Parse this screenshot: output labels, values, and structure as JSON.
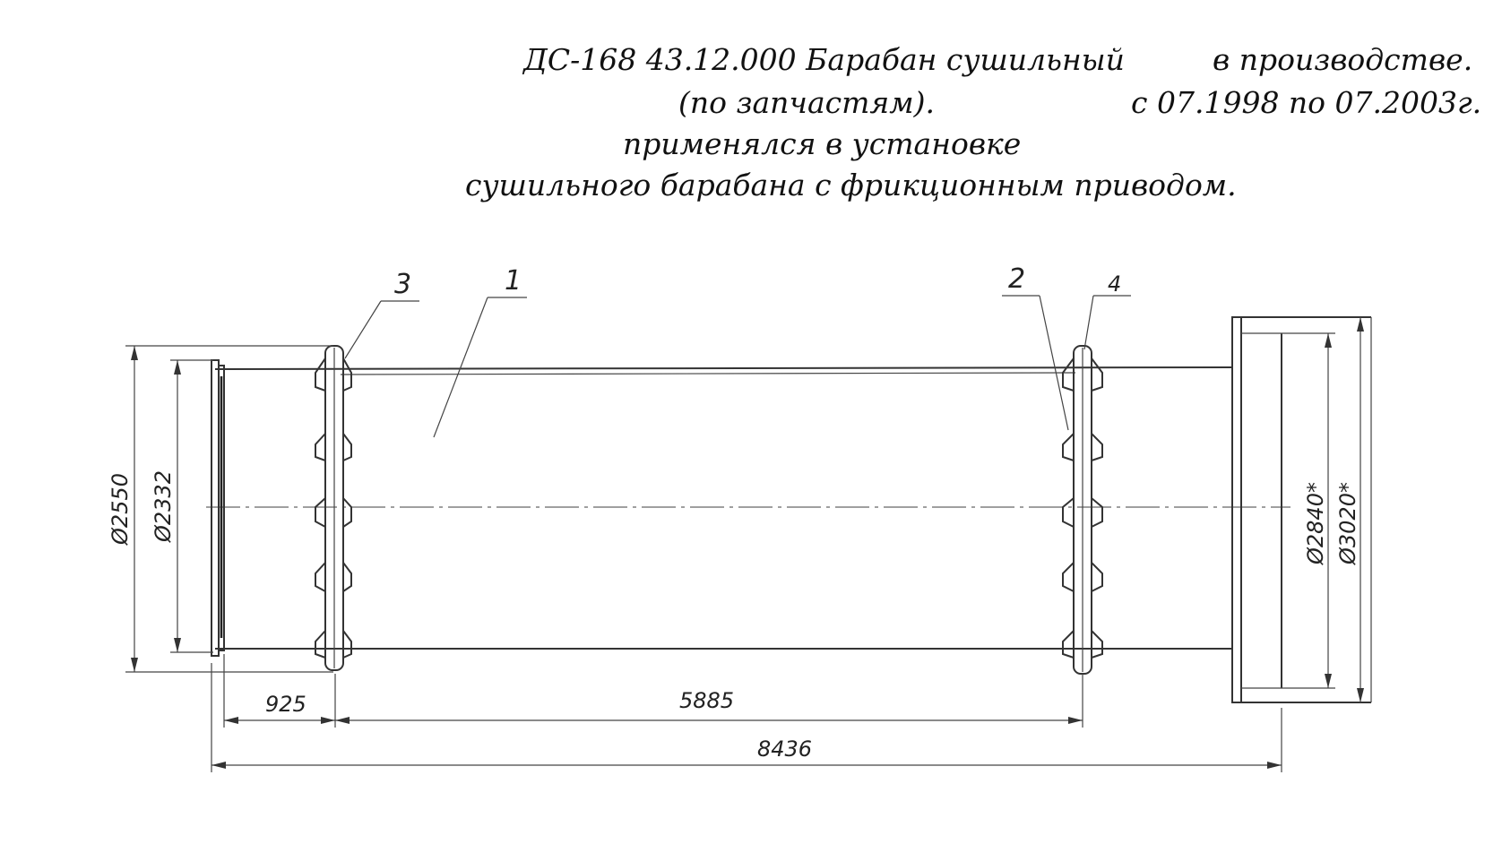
{
  "header": {
    "line1": "ДС-168 43.12.000 Барабан сушильный",
    "line2": "(по запчастям).",
    "line3": "применялся в установке",
    "line4": "сушильного барабана с  фрикционным приводом.",
    "status": "в производстве.",
    "period": "с 07.1998 по 07.2003г."
  },
  "drawing": {
    "callouts": [
      "1",
      "2",
      "3",
      "4"
    ],
    "dimensions": {
      "left_outer_diameter": "Ø2550",
      "left_inner_diameter": "Ø2332",
      "right_inner_diameter": "Ø2840*",
      "right_outer_diameter": "Ø3020*",
      "length_925": "925",
      "length_5885": "5885",
      "length_8436": "8436"
    }
  }
}
